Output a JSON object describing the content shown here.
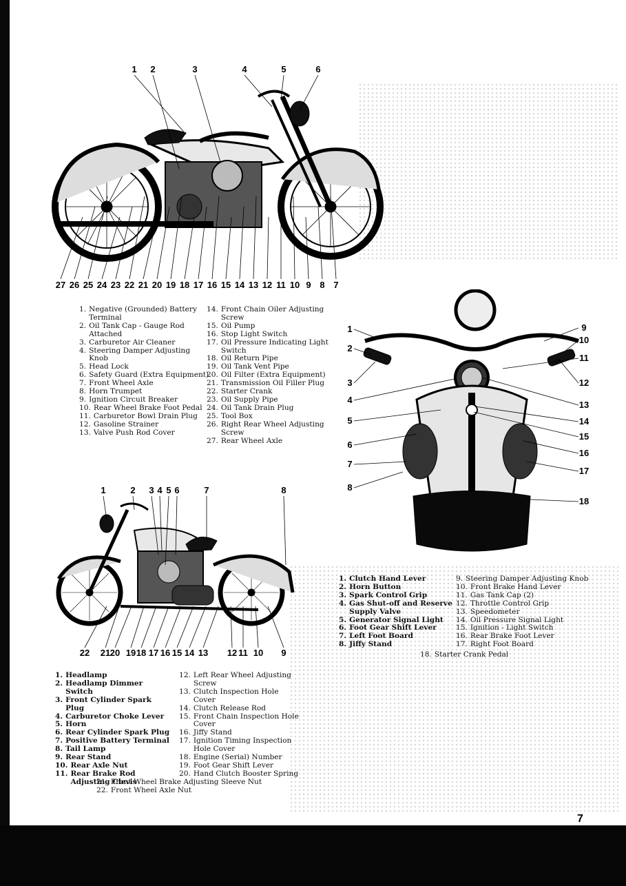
{
  "page_number": "7",
  "figure1": {
    "top_labels": [
      "1",
      "2",
      "3",
      "4",
      "5",
      "6"
    ],
    "bottom_labels": [
      "27",
      "26",
      "25",
      "24",
      "23",
      "22",
      "21",
      "20",
      "19",
      "18",
      "17",
      "16",
      "15",
      "14",
      "13",
      "12",
      "11",
      "10",
      "9",
      "8",
      "7"
    ],
    "legend_col1": [
      {
        "n": "1.",
        "t": "Negative (Grounded) Battery Terminal"
      },
      {
        "n": "2.",
        "t": "Oil Tank Cap - Gauge Rod Attached"
      },
      {
        "n": "3.",
        "t": "Carburetor Air Cleaner"
      },
      {
        "n": "4.",
        "t": "Steering Damper Adjusting Knob"
      },
      {
        "n": "5.",
        "t": "Head Lock"
      },
      {
        "n": "6.",
        "t": "Safety Guard (Extra Equipment)"
      },
      {
        "n": "7.",
        "t": "Front Wheel Axle"
      },
      {
        "n": "8.",
        "t": "Horn Trumpet"
      },
      {
        "n": "9.",
        "t": "Ignition Circuit Breaker"
      },
      {
        "n": "10.",
        "t": "Rear Wheel Brake Foot Pedal"
      },
      {
        "n": "11.",
        "t": "Carburetor Bowl Drain Plug"
      },
      {
        "n": "12.",
        "t": "Gasoline Strainer"
      },
      {
        "n": "13.",
        "t": "Valve Push Rod Cover"
      }
    ],
    "legend_col2": [
      {
        "n": "14.",
        "t": "Front Chain Oiler Adjusting Screw"
      },
      {
        "n": "15.",
        "t": "Oil Pump"
      },
      {
        "n": "16.",
        "t": "Stop Light Switch"
      },
      {
        "n": "17.",
        "t": "Oil Pressure Indicating Light Switch"
      },
      {
        "n": "18.",
        "t": "Oil Return Pipe"
      },
      {
        "n": "19.",
        "t": "Oil Tank Vent Pipe"
      },
      {
        "n": "20.",
        "t": "Oil Filter (Extra Equipment)"
      },
      {
        "n": "21.",
        "t": "Transmission Oil Filler Plug"
      },
      {
        "n": "22.",
        "t": "Starter Crank"
      },
      {
        "n": "23.",
        "t": "Oil Supply Pipe"
      },
      {
        "n": "24.",
        "t": "Oil Tank Drain Plug"
      },
      {
        "n": "25.",
        "t": "Tool Box"
      },
      {
        "n": "26.",
        "t": "Right Rear Wheel Adjusting Screw"
      },
      {
        "n": "27.",
        "t": "Rear Wheel Axle"
      }
    ]
  },
  "figure2": {
    "left_labels": [
      "1",
      "2",
      "3",
      "4",
      "5",
      "6",
      "7",
      "8"
    ],
    "right_labels": [
      "9",
      "10",
      "11",
      "12",
      "13",
      "14",
      "15",
      "16",
      "17",
      "18"
    ],
    "legend_col1": [
      {
        "n": "1.",
        "t": "Clutch Hand Lever"
      },
      {
        "n": "2.",
        "t": "Horn Button"
      },
      {
        "n": "3.",
        "t": "Spark Control Grip"
      },
      {
        "n": "4.",
        "t": "Gas Shut-off and Reserve Supply Valve"
      },
      {
        "n": "5.",
        "t": "Generator Signal Light"
      },
      {
        "n": "6.",
        "t": "Foot Gear Shift Lever"
      },
      {
        "n": "7.",
        "t": "Left Foot Board"
      },
      {
        "n": "8.",
        "t": "Jiffy Stand"
      }
    ],
    "legend_col2": [
      {
        "n": "9.",
        "t": "Steering Damper Adjusting Knob"
      },
      {
        "n": "10.",
        "t": "Front Brake Hand Lever"
      },
      {
        "n": "11.",
        "t": "Gas Tank Cap (2)"
      },
      {
        "n": "12.",
        "t": "Throttle Control Grip"
      },
      {
        "n": "13.",
        "t": "Speedometer"
      },
      {
        "n": "14.",
        "t": "Oil Pressure Signal Light"
      },
      {
        "n": "15.",
        "t": "Ignition - Light Switch"
      },
      {
        "n": "16.",
        "t": "Rear Brake Foot Lever"
      },
      {
        "n": "17.",
        "t": "Right Foot Board"
      }
    ],
    "legend_last": {
      "n": "18.",
      "t": "Starter Crank Pedal"
    }
  },
  "figure3": {
    "top_labels": [
      "1",
      "2",
      "3",
      "4",
      "5",
      "6",
      "7",
      "8"
    ],
    "bottom_labels": [
      "22",
      "21",
      "20",
      "19",
      "18",
      "17",
      "16",
      "15",
      "14",
      "13",
      "12",
      "11",
      "10",
      "9"
    ],
    "legend_col1": [
      {
        "n": "1.",
        "t": "Headlamp"
      },
      {
        "n": "2.",
        "t": "Headlamp Dimmer Switch"
      },
      {
        "n": "3.",
        "t": "Front Cylinder Spark Plug"
      },
      {
        "n": "4.",
        "t": "Carburetor Choke Lever"
      },
      {
        "n": "5.",
        "t": "Horn"
      },
      {
        "n": "6.",
        "t": "Rear Cylinder Spark Plug"
      },
      {
        "n": "7.",
        "t": "Positive Battery Terminal"
      },
      {
        "n": "8.",
        "t": "Tail Lamp"
      },
      {
        "n": "9.",
        "t": "Rear Stand"
      },
      {
        "n": "10.",
        "t": "Rear Axle Nut"
      },
      {
        "n": "11.",
        "t": "Rear Brake Rod Adjusting Clevis"
      }
    ],
    "legend_col2": [
      {
        "n": "12.",
        "t": "Left Rear Wheel Adjusting Screw"
      },
      {
        "n": "13.",
        "t": "Clutch Inspection Hole Cover"
      },
      {
        "n": "14.",
        "t": "Clutch Release Rod"
      },
      {
        "n": "15.",
        "t": "Front Chain Inspection Hole Cover"
      },
      {
        "n": "16.",
        "t": "Jiffy Stand"
      },
      {
        "n": "17.",
        "t": "Ignition Timing Inspection Hole Cover"
      },
      {
        "n": "18.",
        "t": "Engine (Serial) Number"
      },
      {
        "n": "19.",
        "t": "Foot Gear Shift Lever"
      },
      {
        "n": "20.",
        "t": "Hand Clutch Booster Spring"
      }
    ],
    "legend_tail": [
      {
        "n": "21.",
        "t": "Front Wheel Brake Adjusting Sleeve Nut"
      },
      {
        "n": "22.",
        "t": "Front Wheel Axle Nut"
      }
    ]
  }
}
